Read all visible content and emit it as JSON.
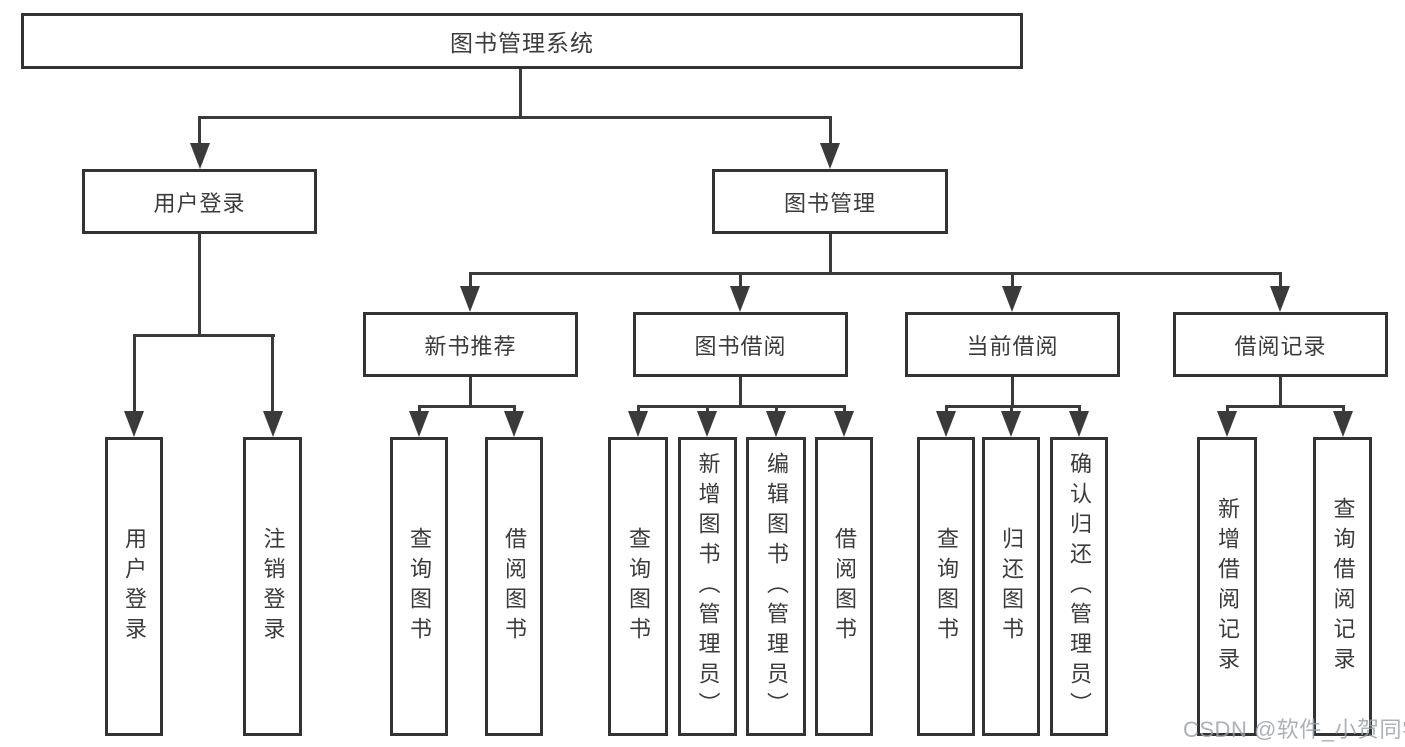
{
  "diagram": {
    "type": "tree-structure-chart",
    "colors": {
      "background": "#ffffff",
      "line": "#3a3a3a",
      "box_border": "#333333",
      "text": "#3b3b3b",
      "watermark_text_color": "#9ea3aa"
    },
    "tree": {
      "root": {
        "label": "图书管理系统"
      },
      "level2": {
        "user_login": "用户登录",
        "book_management": "图书管理"
      },
      "level3": {
        "new_book_recommend": "新书推荐",
        "book_borrow": "图书借阅",
        "current_borrow": "当前借阅",
        "borrow_records": "借阅记录"
      },
      "leaves": {
        "login": [
          "用户登录",
          "注销登录"
        ],
        "recommend": [
          "查询图书",
          "借阅图书"
        ],
        "borrow": [
          "查询图书",
          "新增图书（管理员）",
          "编辑图书（管理员）",
          "借阅图书"
        ],
        "current": [
          "查询图书",
          "归还图书",
          "确认归还（管理员）"
        ],
        "records": [
          "新增借阅记录",
          "查询借阅记录"
        ]
      }
    },
    "watermark": "CSDN @软件_小贺同学"
  }
}
